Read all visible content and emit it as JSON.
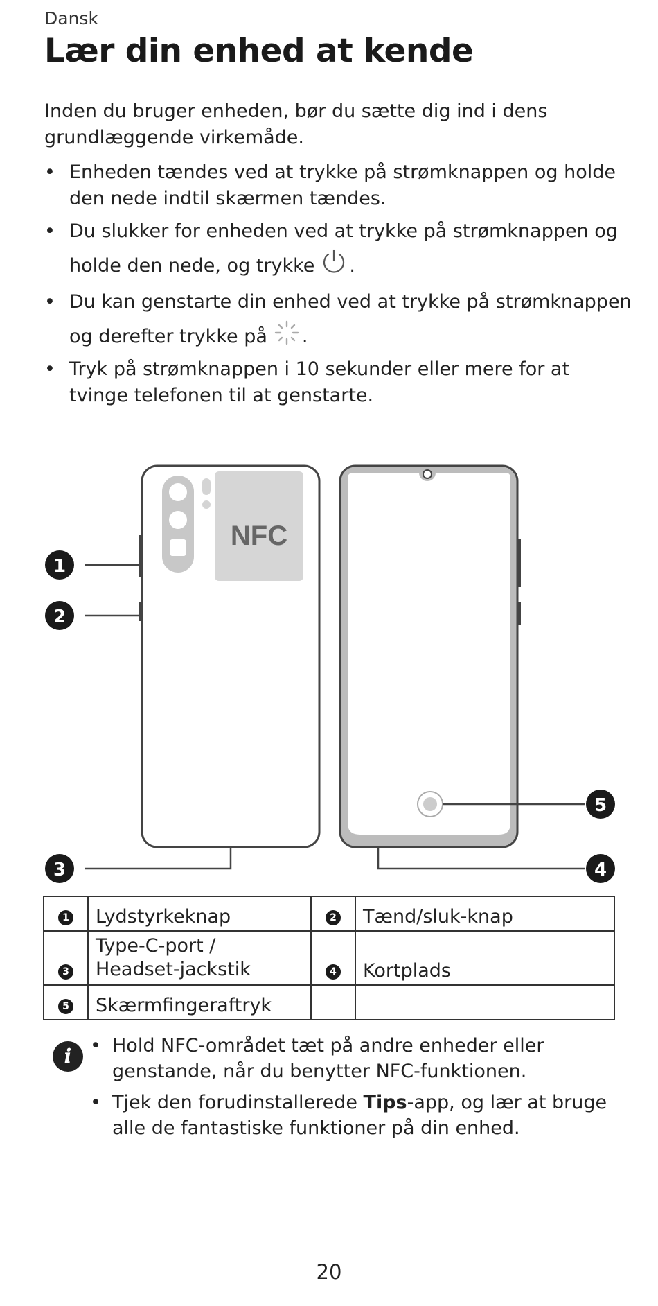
{
  "page": {
    "language": "Dansk",
    "title": "Lær din enhed at kende",
    "intro": "Inden du bruger enheden, bør du sætte dig ind i dens grundlæggende virkemåde.",
    "bullets": [
      {
        "text": "Enheden tændes ved at trykke på strømknappen og holde den nede indtil skærmen tændes."
      },
      {
        "text": "Du slukker for enheden ved at trykke på strømknappen og holde den nede, og trykke",
        "icon": "power-icon",
        "suffix": "."
      },
      {
        "text": "Du kan genstarte din enhed ved at trykke på strømknappen og derefter trykke på",
        "icon": "restart-icon",
        "suffix": "."
      },
      {
        "text": "Tryk på strømknappen i 10 sekunder eller mere for at tvinge telefonen til at genstarte."
      }
    ],
    "diagram": {
      "nfc_label": "NFC",
      "callouts": [
        "1",
        "2",
        "3",
        "4",
        "5"
      ]
    },
    "parts_table": {
      "rows": [
        [
          {
            "num": "1",
            "label": "Lydstyrkeknap"
          },
          {
            "num": "2",
            "label": "Tænd/sluk-knap"
          }
        ],
        [
          {
            "num": "3",
            "label": "Type-C-port / Headset-jackstik"
          },
          {
            "num": "4",
            "label": "Kortplads"
          }
        ],
        [
          {
            "num": "5",
            "label": "Skærmfingeraftryk"
          },
          {
            "num": "",
            "label": ""
          }
        ]
      ]
    },
    "note": {
      "icon": "info-icon",
      "items": [
        {
          "text": "Hold NFC-området tæt på andre enheder eller genstande, når du benytter NFC-funktionen."
        },
        {
          "pre": "Tjek den forudinstallerede ",
          "bold": "Tips",
          "post": "-app, og lær at bruge alle de fantastiske funktioner på din enhed."
        }
      ]
    },
    "page_number": "20"
  }
}
